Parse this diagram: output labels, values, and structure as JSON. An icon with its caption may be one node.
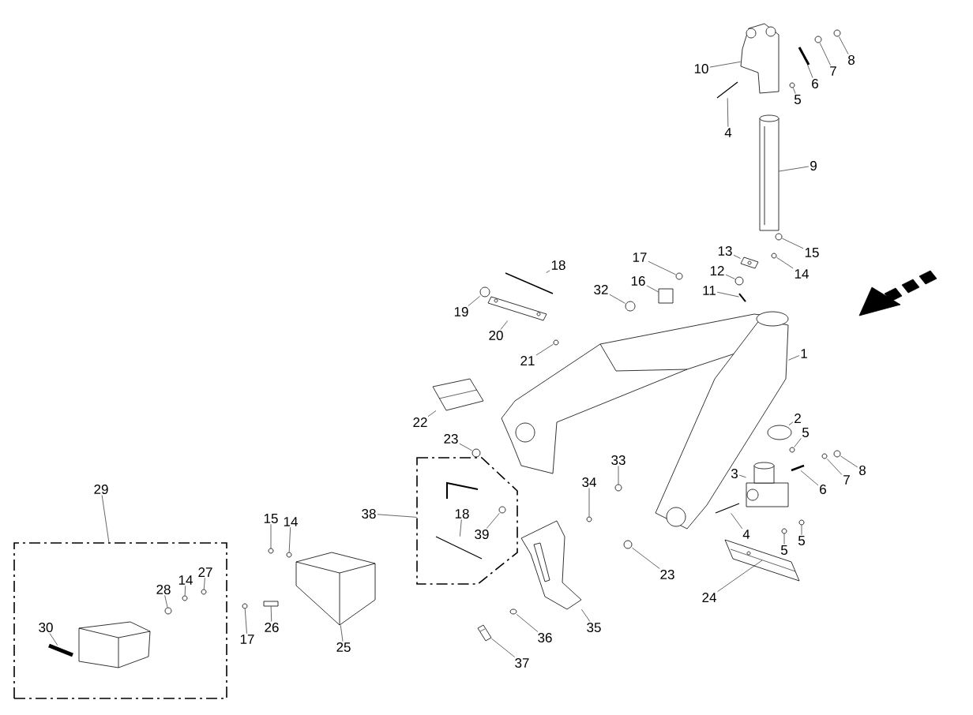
{
  "diagram": {
    "nodes": [
      {
        "text": [
          "10"
        ]
      },
      {
        "text": [
          "8"
        ]
      },
      {
        "text": [
          "7"
        ]
      },
      {
        "text": [
          "6"
        ]
      },
      {
        "text": [
          "5"
        ]
      },
      {
        "text": [
          "4"
        ]
      },
      {
        "text": [
          "9"
        ]
      },
      {
        "text": [
          "15"
        ]
      },
      {
        "text": [
          "13"
        ]
      },
      {
        "text": [
          "17"
        ]
      },
      {
        "text": [
          "18"
        ]
      },
      {
        "text": [
          "12"
        ]
      },
      {
        "text": [
          "14"
        ]
      },
      {
        "text": [
          "16"
        ]
      },
      {
        "text": [
          "32"
        ]
      },
      {
        "text": [
          "11"
        ]
      },
      {
        "text": [
          "19"
        ]
      },
      {
        "text": [
          "20"
        ]
      },
      {
        "text": [
          "1"
        ]
      },
      {
        "text": [
          "21"
        ]
      },
      {
        "text": [
          "2"
        ]
      },
      {
        "text": [
          "22"
        ]
      },
      {
        "text": [
          "5"
        ]
      },
      {
        "text": [
          "23"
        ]
      },
      {
        "text": [
          "33"
        ]
      },
      {
        "text": [
          "8"
        ]
      },
      {
        "text": [
          "3"
        ]
      },
      {
        "text": [
          "7"
        ]
      },
      {
        "text": [
          "34"
        ]
      },
      {
        "text": [
          "29"
        ]
      },
      {
        "text": [
          "6"
        ]
      },
      {
        "text": [],
        "shape": "box"
      },
      {
        "text": [
          "38"
        ]
      },
      {
        "text": [],
        "shape": "box"
      },
      {
        "text": [
          "18"
        ],
        "in": 33
      },
      {
        "text": [
          "15"
        ]
      },
      {
        "text": [
          "14"
        ]
      },
      {
        "text": [
          "39"
        ],
        "in": 33
      },
      {
        "text": [
          "4"
        ]
      },
      {
        "text": [
          "5"
        ]
      },
      {
        "text": [
          "5"
        ]
      },
      {
        "text": [
          "27"
        ],
        "in": 31
      },
      {
        "text": [
          "23"
        ]
      },
      {
        "text": [
          "14"
        ],
        "in": 31
      },
      {
        "text": [
          "24"
        ]
      },
      {
        "text": [
          "28"
        ],
        "in": 31
      },
      {
        "text": [
          "35"
        ]
      },
      {
        "text": [
          "26"
        ]
      },
      {
        "text": [
          "30"
        ],
        "in": 31
      },
      {
        "text": [
          "36"
        ]
      },
      {
        "text": [
          "17"
        ]
      },
      {
        "text": [
          "25"
        ]
      },
      {
        "text": [
          "37"
        ]
      },
      {
        "text": [],
        "shape": "picture"
      },
      {
        "text": [],
        "shape": "circle"
      },
      {
        "text": [],
        "shape": "circle"
      },
      {
        "text": [],
        "shape": "picture"
      },
      {
        "text": [],
        "shape": "circle"
      },
      {
        "text": [],
        "shape": "picture"
      },
      {
        "text": [],
        "shape": "picture"
      },
      {
        "text": [],
        "shape": "circle"
      },
      {
        "text": [],
        "shape": "picture"
      },
      {
        "text": [],
        "shape": "circle"
      },
      {
        "text": [],
        "shape": "picture"
      },
      {
        "text": [],
        "shape": "circle"
      },
      {
        "text": [],
        "shape": "circle"
      },
      {
        "text": [],
        "shape": "box"
      },
      {
        "text": [],
        "shape": "circle"
      },
      {
        "text": [],
        "shape": "picture"
      },
      {
        "text": [],
        "shape": "circle"
      },
      {
        "text": [],
        "shape": "picture"
      },
      {
        "text": [],
        "shape": "picture"
      },
      {
        "text": [],
        "shape": "circle"
      },
      {
        "text": [],
        "shape": "circle"
      },
      {
        "text": [],
        "shape": "picture"
      },
      {
        "text": [],
        "shape": "circle"
      },
      {
        "text": [],
        "shape": "circle"
      },
      {
        "text": [],
        "shape": "circle"
      },
      {
        "text": [],
        "shape": "circle"
      },
      {
        "text": [],
        "shape": "picture"
      },
      {
        "text": [],
        "shape": "circle"
      },
      {
        "text": [],
        "shape": "circle"
      },
      {
        "text": [],
        "shape": "picture"
      },
      {
        "text": [],
        "shape": "picture",
        "in": 33
      },
      {
        "text": [],
        "shape": "circle"
      },
      {
        "text": [],
        "shape": "circle"
      },
      {
        "text": [],
        "shape": "circle",
        "in": 33
      },
      {
        "text": [],
        "shape": "picture"
      },
      {
        "text": [],
        "shape": "circle"
      },
      {
        "text": [],
        "shape": "circle"
      },
      {
        "text": [],
        "shape": "circle",
        "in": 31
      },
      {
        "text": [],
        "shape": "circle"
      },
      {
        "text": [],
        "shape": "circle",
        "in": 31
      },
      {
        "text": [],
        "shape": "picture"
      },
      {
        "text": [],
        "shape": "circle",
        "in": 31
      },
      {
        "text": [],
        "shape": "picture"
      },
      {
        "text": [],
        "shape": "box"
      },
      {
        "text": [],
        "shape": "picture",
        "in": 31
      },
      {
        "text": [],
        "shape": "circle"
      },
      {
        "text": [],
        "shape": "circle"
      },
      {
        "text": [],
        "shape": "picture"
      },
      {
        "text": [],
        "shape": "picture"
      }
    ],
    "edges": [
      {
        "from": 0,
        "to": 53,
        "arrow": "none"
      },
      {
        "from": 1,
        "to": 54,
        "arrow": "none"
      },
      {
        "from": 2,
        "to": 55,
        "arrow": "none"
      },
      {
        "from": 3,
        "to": 56,
        "arrow": "none"
      },
      {
        "from": 4,
        "to": 57,
        "arrow": "none"
      },
      {
        "from": 5,
        "to": 58,
        "arrow": "none"
      },
      {
        "from": 6,
        "to": 59,
        "arrow": "none"
      },
      {
        "from": 7,
        "to": 60,
        "arrow": "none"
      },
      {
        "from": 8,
        "to": 61,
        "arrow": "none"
      },
      {
        "from": 9,
        "to": 62,
        "arrow": "none"
      },
      {
        "from": 10,
        "to": 63,
        "arrow": "none"
      },
      {
        "from": 11,
        "to": 64,
        "arrow": "none"
      },
      {
        "from": 12,
        "to": 65,
        "arrow": "none"
      },
      {
        "from": 13,
        "to": 66,
        "arrow": "none"
      },
      {
        "from": 14,
        "to": 67,
        "arrow": "none"
      },
      {
        "from": 15,
        "to": 68,
        "arrow": "none"
      },
      {
        "from": 16,
        "to": 69,
        "arrow": "none"
      },
      {
        "from": 17,
        "to": 70,
        "arrow": "none"
      },
      {
        "from": 18,
        "to": 71,
        "arrow": "none"
      },
      {
        "from": 19,
        "to": 72,
        "arrow": "none"
      },
      {
        "from": 20,
        "to": 73,
        "arrow": "none"
      },
      {
        "from": 21,
        "to": 74,
        "arrow": "none"
      },
      {
        "from": 22,
        "to": 75,
        "arrow": "none"
      },
      {
        "from": 23,
        "to": 76,
        "arrow": "none"
      },
      {
        "from": 24,
        "to": 77,
        "arrow": "none"
      },
      {
        "from": 25,
        "to": 78,
        "arrow": "none"
      },
      {
        "from": 26,
        "to": 79,
        "arrow": "none"
      },
      {
        "from": 27,
        "to": 80,
        "arrow": "none"
      },
      {
        "from": 28,
        "to": 81,
        "arrow": "none"
      },
      {
        "from": 29,
        "to": 31,
        "arrow": "none"
      },
      {
        "from": 30,
        "to": 82,
        "arrow": "none"
      },
      {
        "from": 32,
        "to": 33,
        "arrow": "none"
      },
      {
        "from": 34,
        "to": 83,
        "arrow": "none"
      },
      {
        "from": 35,
        "to": 84,
        "arrow": "none"
      },
      {
        "from": 36,
        "to": 85,
        "arrow": "none"
      },
      {
        "from": 37,
        "to": 86,
        "arrow": "none"
      },
      {
        "from": 38,
        "to": 87,
        "arrow": "none"
      },
      {
        "from": 39,
        "to": 88,
        "arrow": "none"
      },
      {
        "from": 40,
        "to": 89,
        "arrow": "none"
      },
      {
        "from": 41,
        "to": 90,
        "arrow": "none"
      },
      {
        "from": 42,
        "to": 91,
        "arrow": "none"
      },
      {
        "from": 43,
        "to": 92,
        "arrow": "none"
      },
      {
        "from": 44,
        "to": 93,
        "arrow": "none"
      },
      {
        "from": 45,
        "to": 94,
        "arrow": "none"
      },
      {
        "from": 46,
        "to": 95,
        "arrow": "none"
      },
      {
        "from": 47,
        "to": 96,
        "arrow": "none"
      },
      {
        "from": 48,
        "to": 97,
        "arrow": "none"
      },
      {
        "from": 49,
        "to": 98,
        "arrow": "none"
      },
      {
        "from": 50,
        "to": 99,
        "arrow": "none"
      },
      {
        "from": 51,
        "to": 100,
        "arrow": "none"
      },
      {
        "from": 52,
        "to": 101,
        "arrow": "none"
      }
    ]
  }
}
